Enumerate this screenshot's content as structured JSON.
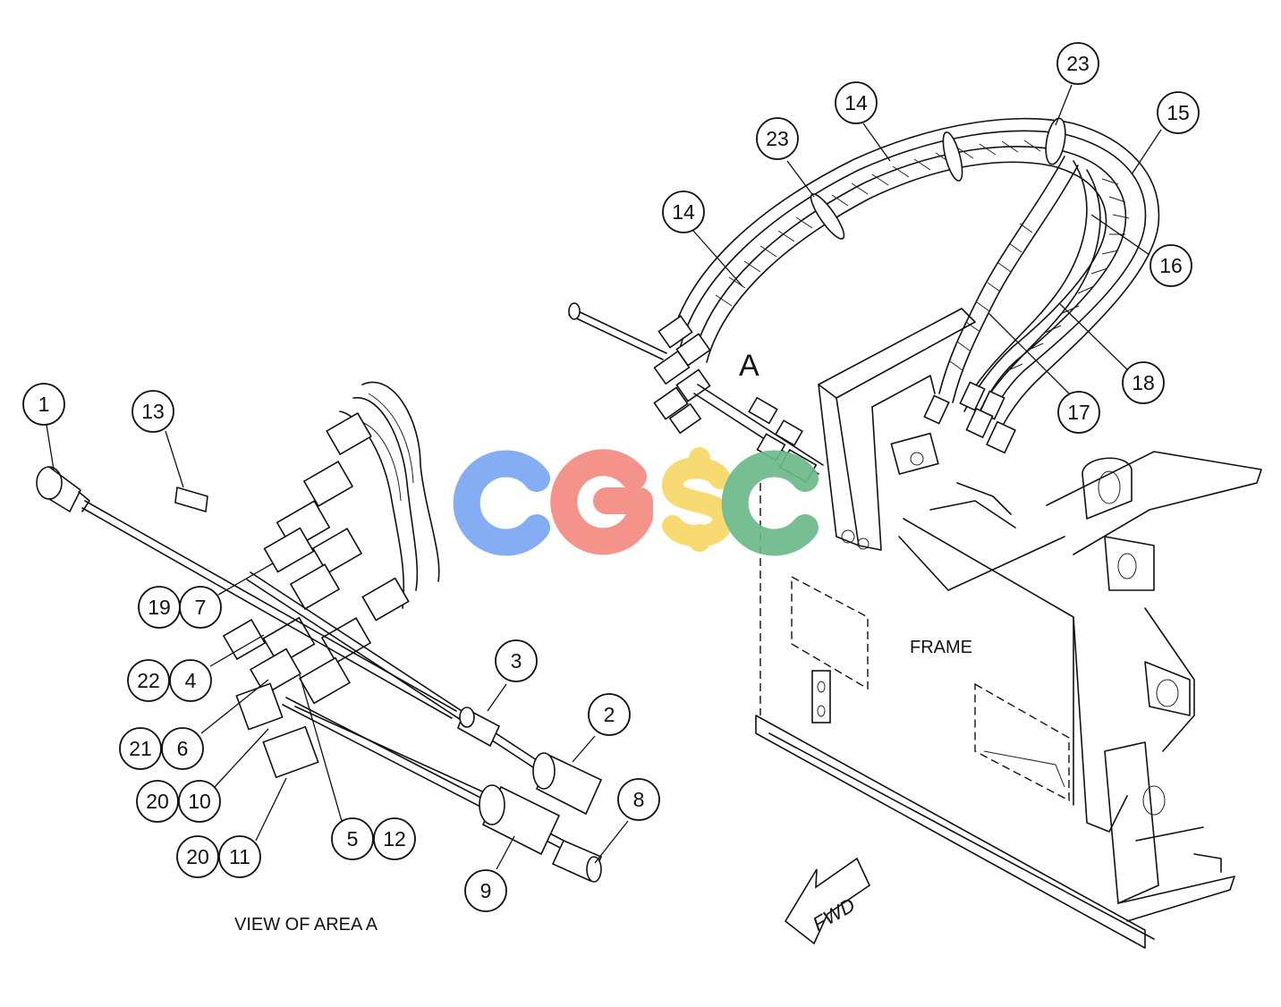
{
  "diagram": {
    "labels": {
      "view_label": "VIEW OF AREA A",
      "area_label": "A",
      "frame_label": "FRAME",
      "fwd_label": "FWD"
    },
    "watermark": {
      "text": "CGSC",
      "letters": [
        {
          "char": "C",
          "color": "#7BA7F2"
        },
        {
          "char": "G",
          "color": "#F28A80"
        },
        {
          "char": "S",
          "color": "#F7D767"
        },
        {
          "char": "C",
          "color": "#6CB98A"
        }
      ]
    },
    "callouts": [
      "1",
      "13",
      "19",
      "7",
      "22",
      "4",
      "21",
      "6",
      "20",
      "10",
      "20",
      "11",
      "5",
      "12",
      "3",
      "2",
      "8",
      "9",
      "14",
      "23",
      "14",
      "23",
      "15",
      "16",
      "18",
      "17"
    ]
  }
}
